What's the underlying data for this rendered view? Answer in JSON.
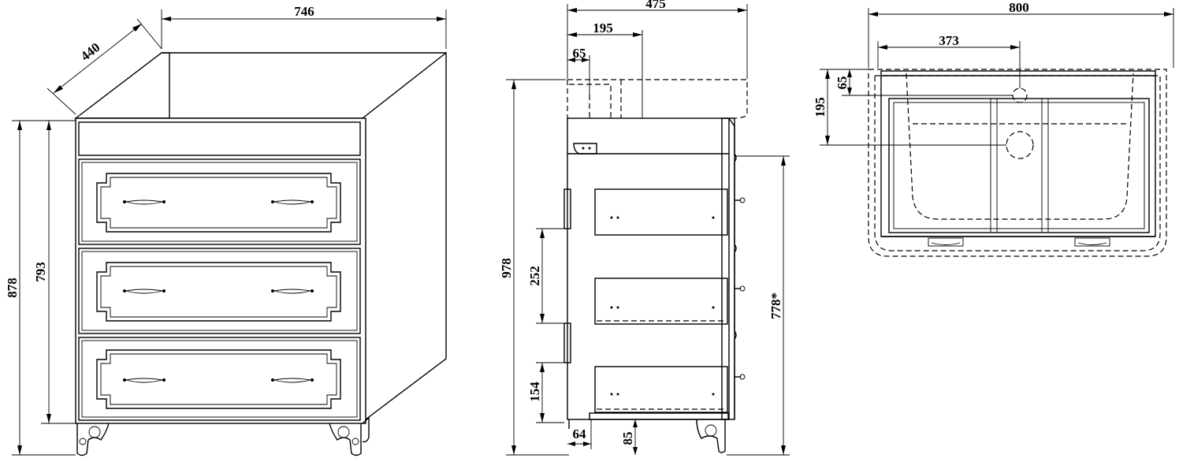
{
  "front_view": {
    "width": "746",
    "depth": "440",
    "height_total": "878",
    "height_body": "793"
  },
  "side_view": {
    "depth_total": "475",
    "drain_offset": "195",
    "siphon_offset": "65",
    "height_total": "978",
    "drawer_front_upper": "252",
    "drawer_front_lower": "154",
    "leg_offset": "64",
    "leg_height": "85",
    "height_cabinet": "778*"
  },
  "top_view": {
    "width": "800",
    "drain_center": "373",
    "siphon_depth": "65",
    "drain_depth": "195"
  }
}
